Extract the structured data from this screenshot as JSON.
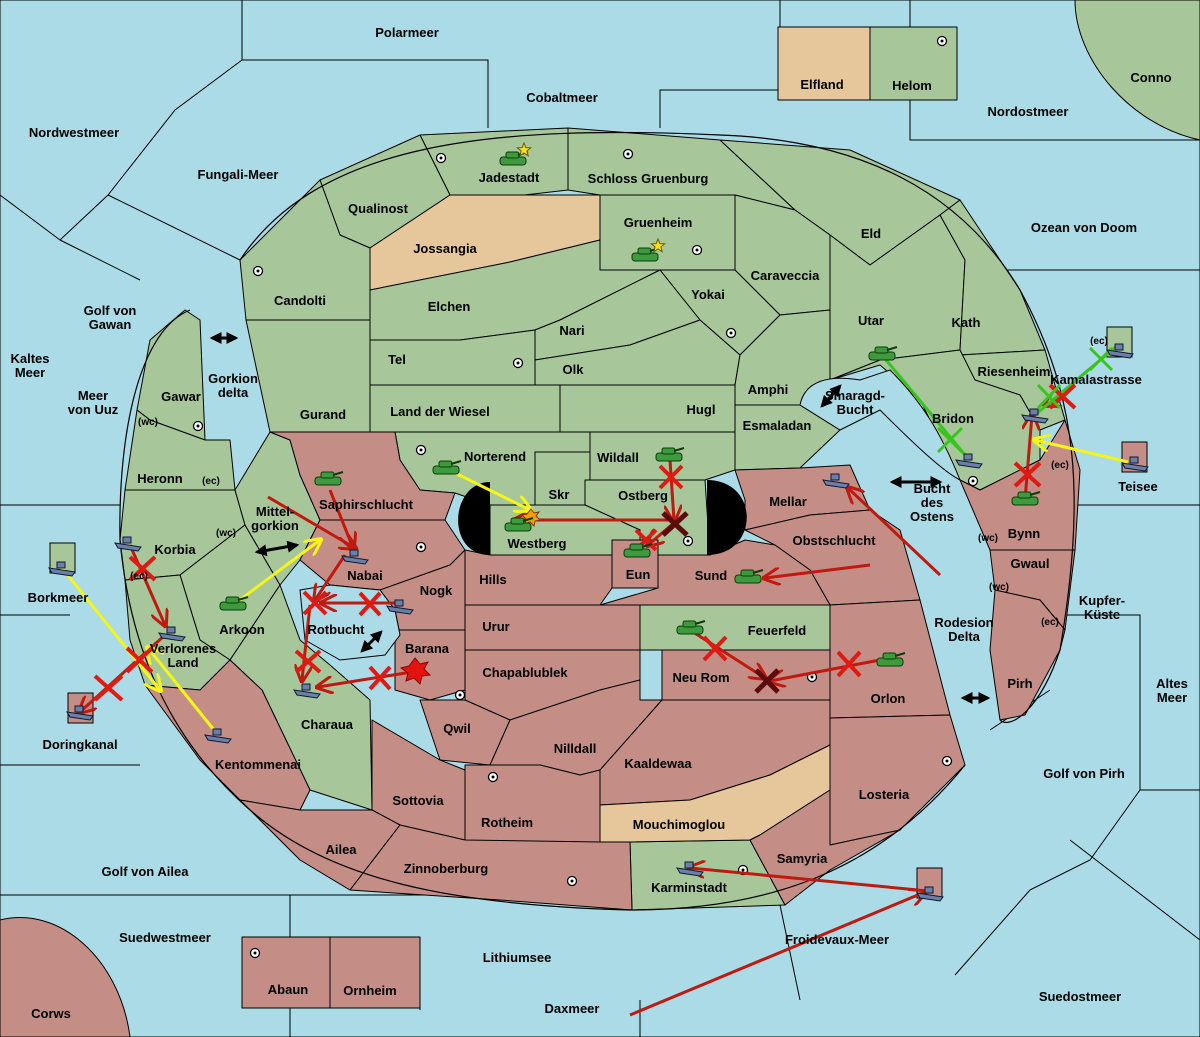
{
  "map": {
    "colors": {
      "sea": "#aadbe6",
      "green_power": "#a7c79b",
      "red_power": "#c48e86",
      "neutral": "#e6c79b",
      "move_red": "#c0190f",
      "move_yellow": "#f5f518",
      "move_green": "#39c41d",
      "fail_x": "#e01a12"
    },
    "seas": [
      "Polarmeer",
      "Cobaltmeer",
      "Nordostmeer",
      "Nordwestmeer",
      "Fungali-Meer",
      "Ozean von Doom",
      "Golf von Gawan",
      "Kaltes Meer",
      "Meer von Uuz",
      "Borkmeer",
      "Kupfer-Küste",
      "Altes Meer",
      "Golf von Pirh",
      "Golf von Ailea",
      "Suedwestmeer",
      "Lithiumsee",
      "Daxmeer",
      "Froidevaux-Meer",
      "Suedostmeer",
      "Kamalastrasse",
      "Doringkanal",
      "Gorkion delta",
      "Mittel-gorkion",
      "Rotbucht",
      "Smaragd-Bucht",
      "Bucht des Ostens",
      "Rodesion Delta"
    ],
    "green_lands": [
      "Jadestadt",
      "Schloss Gruenburg",
      "Qualinost",
      "Gruenheim",
      "Eld",
      "Candolti",
      "Elchen",
      "Caraveccia",
      "Yokai",
      "Nari",
      "Utar",
      "Kath",
      "Tel",
      "Olk",
      "Riesenheim",
      "Amphi",
      "Gurand",
      "Land der Wiesel",
      "Hugl",
      "Esmaladan",
      "Bridon",
      "Gawar",
      "Norterend",
      "Wildall",
      "Heronn",
      "Skr",
      "Ostberg",
      "Korbia",
      "Westberg",
      "Arkoon",
      "Verlorenes Land",
      "Charaua",
      "Feuerfeld",
      "Karminstadt",
      "Helom"
    ],
    "red_lands": [
      "Saphirschlucht",
      "Nabai",
      "Nogk",
      "Hills",
      "Eun",
      "Mellar",
      "Obstschlucht",
      "Sund",
      "Bynn",
      "Gwaul",
      "Urur",
      "Barana",
      "Chapablublek",
      "Neu Rom",
      "Orlon",
      "Pirh",
      "Qwil",
      "Nilldall",
      "Kaaldewaa",
      "Losteria",
      "Kentommenai",
      "Sottovia",
      "Rotheim",
      "Ailea",
      "Zinnoberburg",
      "Samyria",
      "Abaun",
      "Ornheim",
      "Corws",
      "Teisee",
      "Conno"
    ],
    "neutral_lands": [
      "Jossangia",
      "Mouchimoglou",
      "Elfland"
    ],
    "coast_tags": [
      "(wc)",
      "(ec)",
      "(wc)",
      "(ec)",
      "(ec)",
      "(wc)",
      "(wc)",
      "(ec)",
      "(ec)"
    ]
  }
}
